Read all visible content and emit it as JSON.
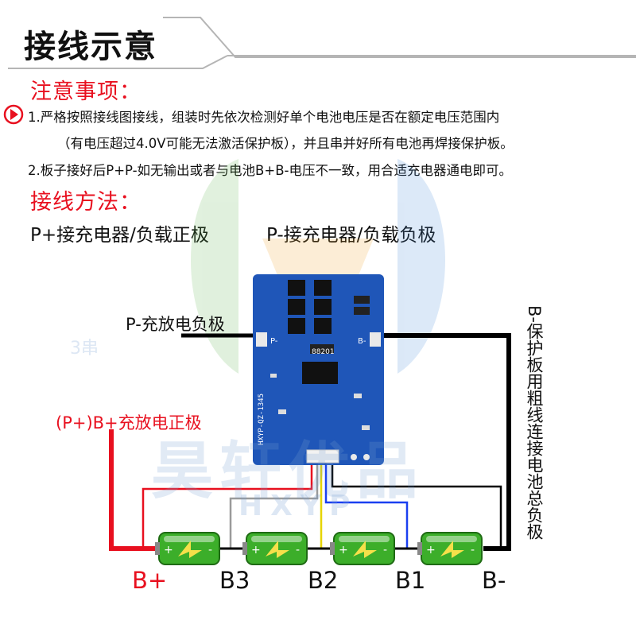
{
  "title": "接线示意",
  "notes": {
    "heading": "注意事项：",
    "item1_line1": "1.严格按照接线图接线，组装时先依次检测好单个电池电压是否在额定电压范围内",
    "item1_line2": "（有电压超过4.0V可能无法激活保护板），并且串并好所有电池再焊接保护板。",
    "item2": "2.板子接好后P+P-如无输出或者与电池B+B-电压不一致，用合适充电器通电即可。"
  },
  "method": {
    "heading": "接线方法：",
    "p_plus": "P+接充电器/负载正极",
    "p_minus": "P-接充电器/负载负极"
  },
  "diagram": {
    "label_p_minus": "P-充放电负极",
    "label_b_plus": "(P+)B+充放电正极",
    "label_b_minus_vertical": "B-保护板用粗线连接电池总负极",
    "nodes": [
      "B+",
      "B3",
      "B2",
      "B1",
      "B-"
    ],
    "board_pad_p": "P-",
    "board_pad_b": "B-",
    "board_model": "HXYP-QZ-1345",
    "board_chip": "88201"
  },
  "watermark": {
    "brand": "昊轩优品",
    "brand_en": "HXYP",
    "series": "3串"
  },
  "colors": {
    "accent_red": "#e8101f",
    "board_blue": "#1f56b8",
    "battery_green": "#3cae2a",
    "wire_black": "#000000",
    "wire_gray": "#9a9a9a",
    "wire_yellow": "#e6d400",
    "wire_blue": "#1a3ff0"
  }
}
